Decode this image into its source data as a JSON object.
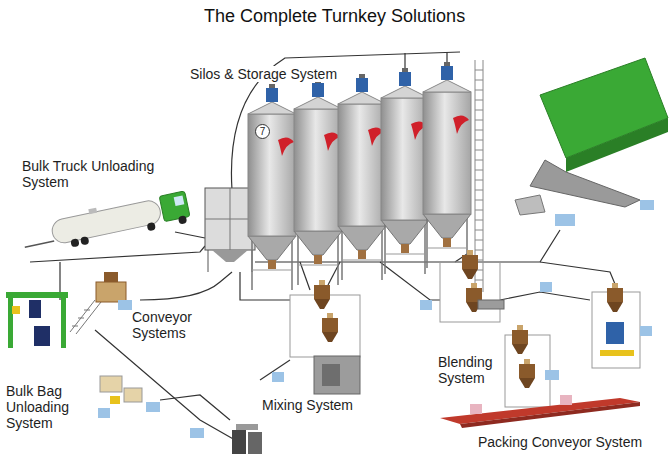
{
  "diagram": {
    "title": "The Complete Turnkey Solutions",
    "labels": [
      "Silos & Storage System",
      "7",
      "Bulk Truck Unloading System",
      "Conveyor Systems",
      "Bulk Bag Unloading System",
      "Mixing System",
      "Blending System",
      "Packing Conveyor System"
    ]
  }
}
